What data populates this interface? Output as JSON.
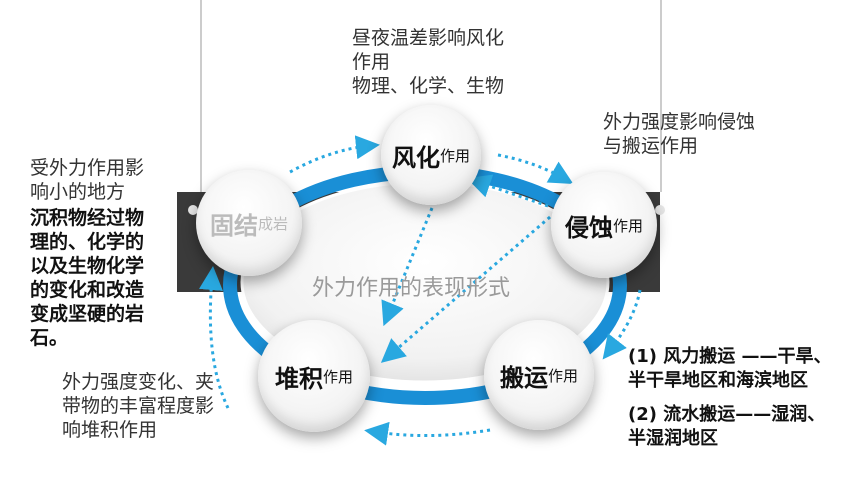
{
  "center_label": "外力作用的表现形式",
  "nodes": {
    "weathering": {
      "main": "风化",
      "sub": "作用"
    },
    "erosion": {
      "main": "侵蚀",
      "sub": "作用"
    },
    "transport": {
      "main": "搬运",
      "sub": "作用"
    },
    "deposition": {
      "main": "堆积",
      "sub": "作用"
    },
    "consolidation": {
      "main": "固结",
      "sub": "成岩"
    }
  },
  "notes": {
    "weathering": "昼夜温差影响风化\n作用\n物理、化学、生物",
    "erosion": "外力强度影响侵蚀\n与搬运作用",
    "consolidation_normal": "受外力作用影\n响小的地方",
    "consolidation_bold": "沉积物经过物\n理的、化学的\n以及生物化学\n的变化和改造\n变成坚硬的岩\n石。",
    "deposition": "外力强度变化、夹\n带物的丰富程度影\n响堆积作用",
    "transport_1": "(1) 风力搬运 ——干旱、\n半干旱地区和海滨地区",
    "transport_2": "(2) 流水搬运——湿润、\n半湿润地区"
  },
  "colors": {
    "ring": "#1a8fd6",
    "arrow": "#29a8e0",
    "band": "#3a3a3a"
  }
}
